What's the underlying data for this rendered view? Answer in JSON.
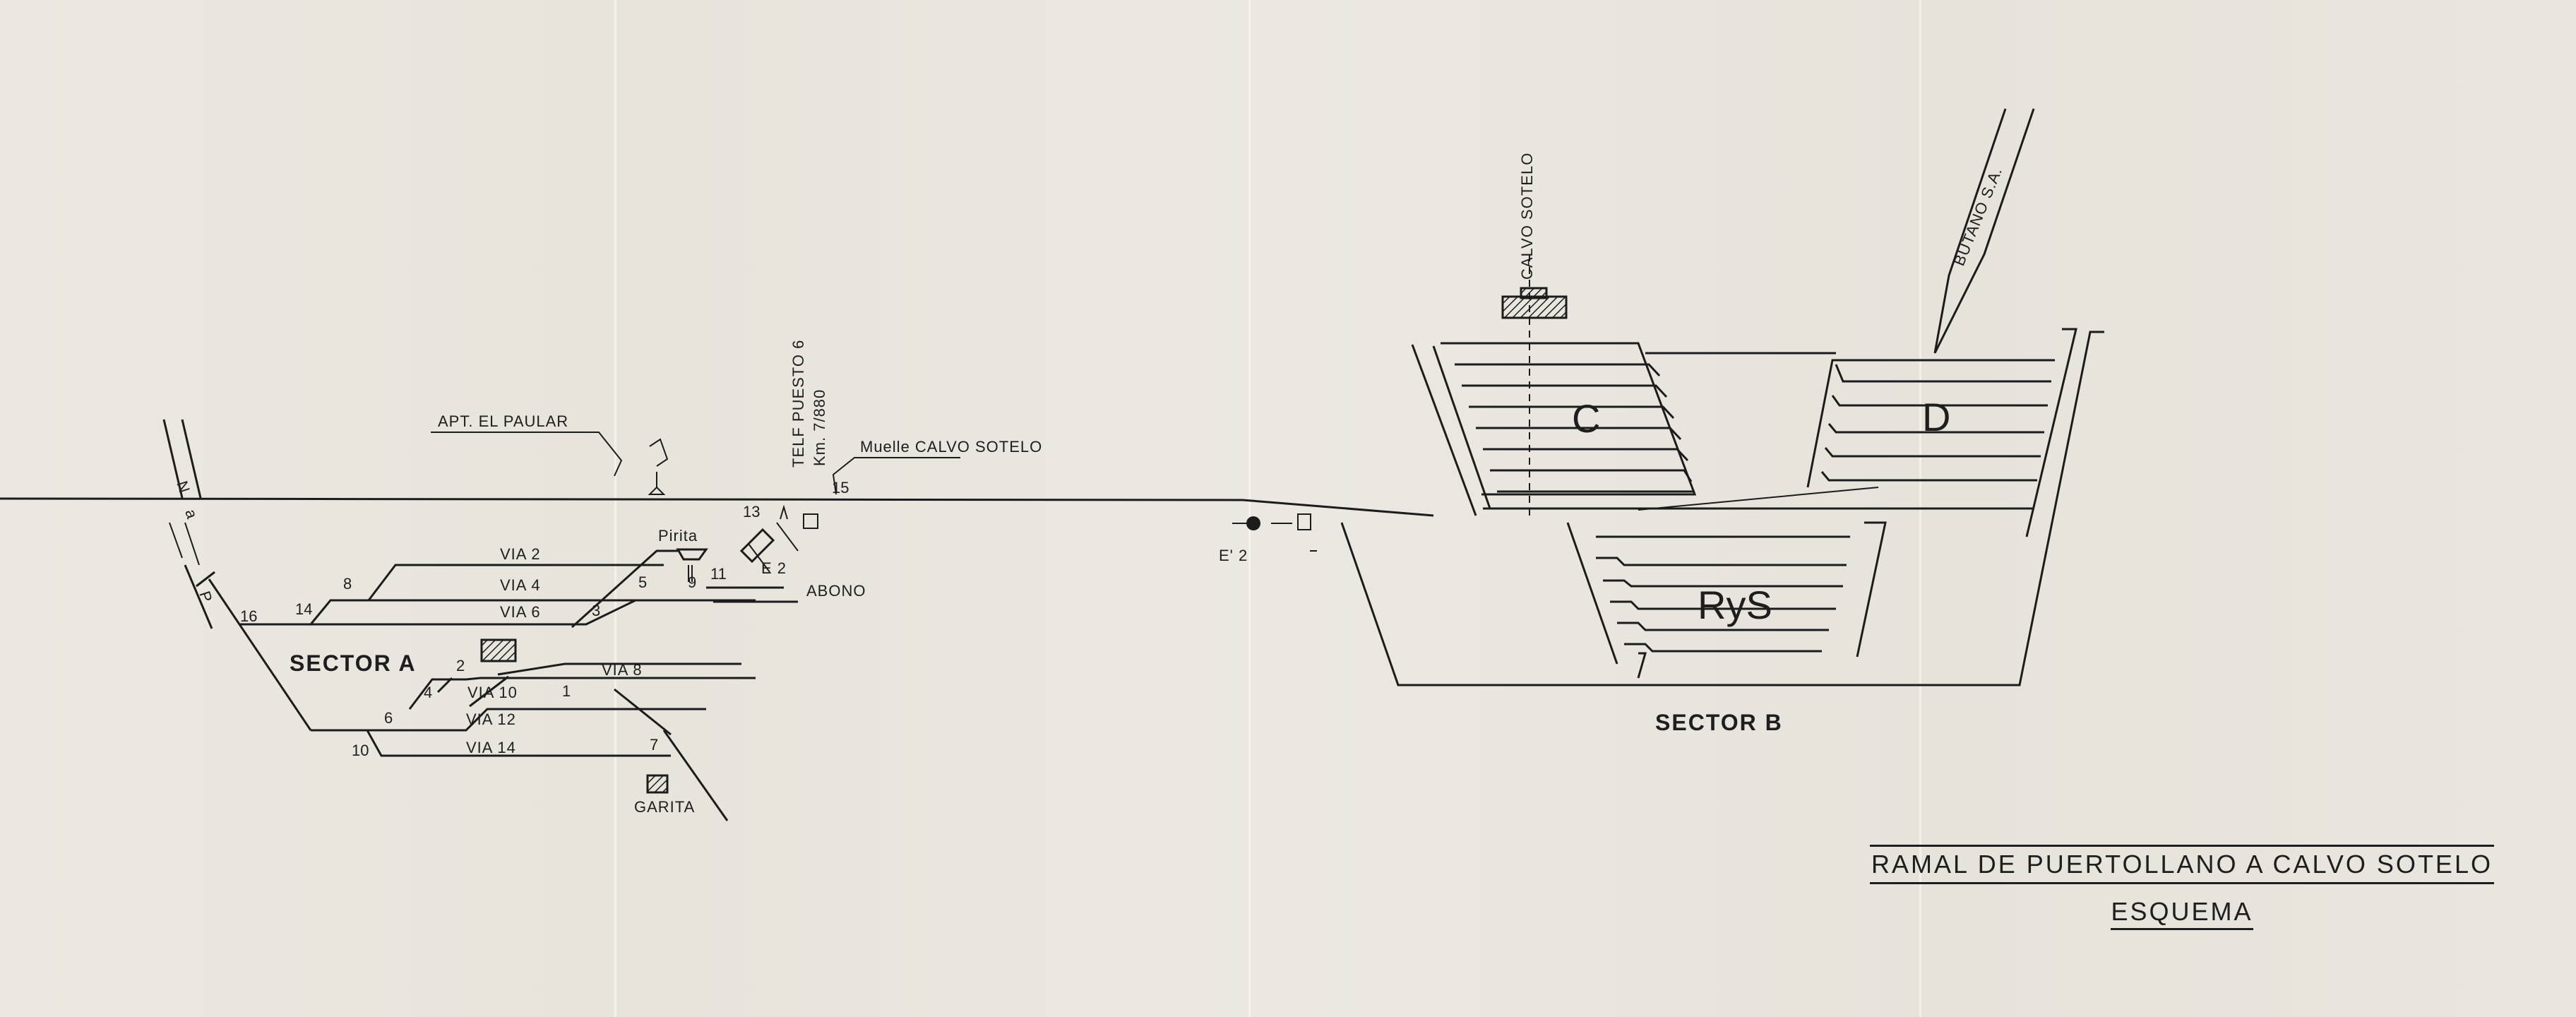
{
  "title": "RAMAL DE PUERTOLLANO A CALVO SOTELO",
  "subtitle": "ESQUEMA",
  "sectors": {
    "a": "SECTOR A",
    "b": "SECTOR B"
  },
  "places": {
    "apt_el_paular": "APT. EL PAULAR",
    "telf_puesto": "TELF PUESTO 6",
    "km": "Km. 7/880",
    "muelle": "Muelle CALVO SOTELO",
    "pirita": "Pirita",
    "abono": "ABONO",
    "garita": "GARITA",
    "e2": "E 2",
    "e2_prime": "E' 2",
    "calvo_sotelo": "CALVO SOTELO",
    "butano": "BUTANO S.A.",
    "north": "N",
    "dir_a": "a",
    "dir_p": "P"
  },
  "blocks": {
    "c": "C",
    "d": "D",
    "rys": "RyS"
  },
  "vias": {
    "via2": "VIA 2",
    "via4": "VIA 4",
    "via6": "VIA 6",
    "via8": "VIA 8",
    "via10": "VIA 10",
    "via12": "VIA 12",
    "via14": "VIA 14"
  },
  "switches": {
    "s16": "16",
    "s14": "14",
    "s8": "8",
    "s5": "5",
    "s3": "3",
    "s9": "9",
    "s11": "11",
    "s2": "2",
    "s4": "4",
    "s6": "6",
    "s1": "1",
    "s7": "7",
    "s10": "10",
    "s13": "13",
    "s15": "15"
  }
}
